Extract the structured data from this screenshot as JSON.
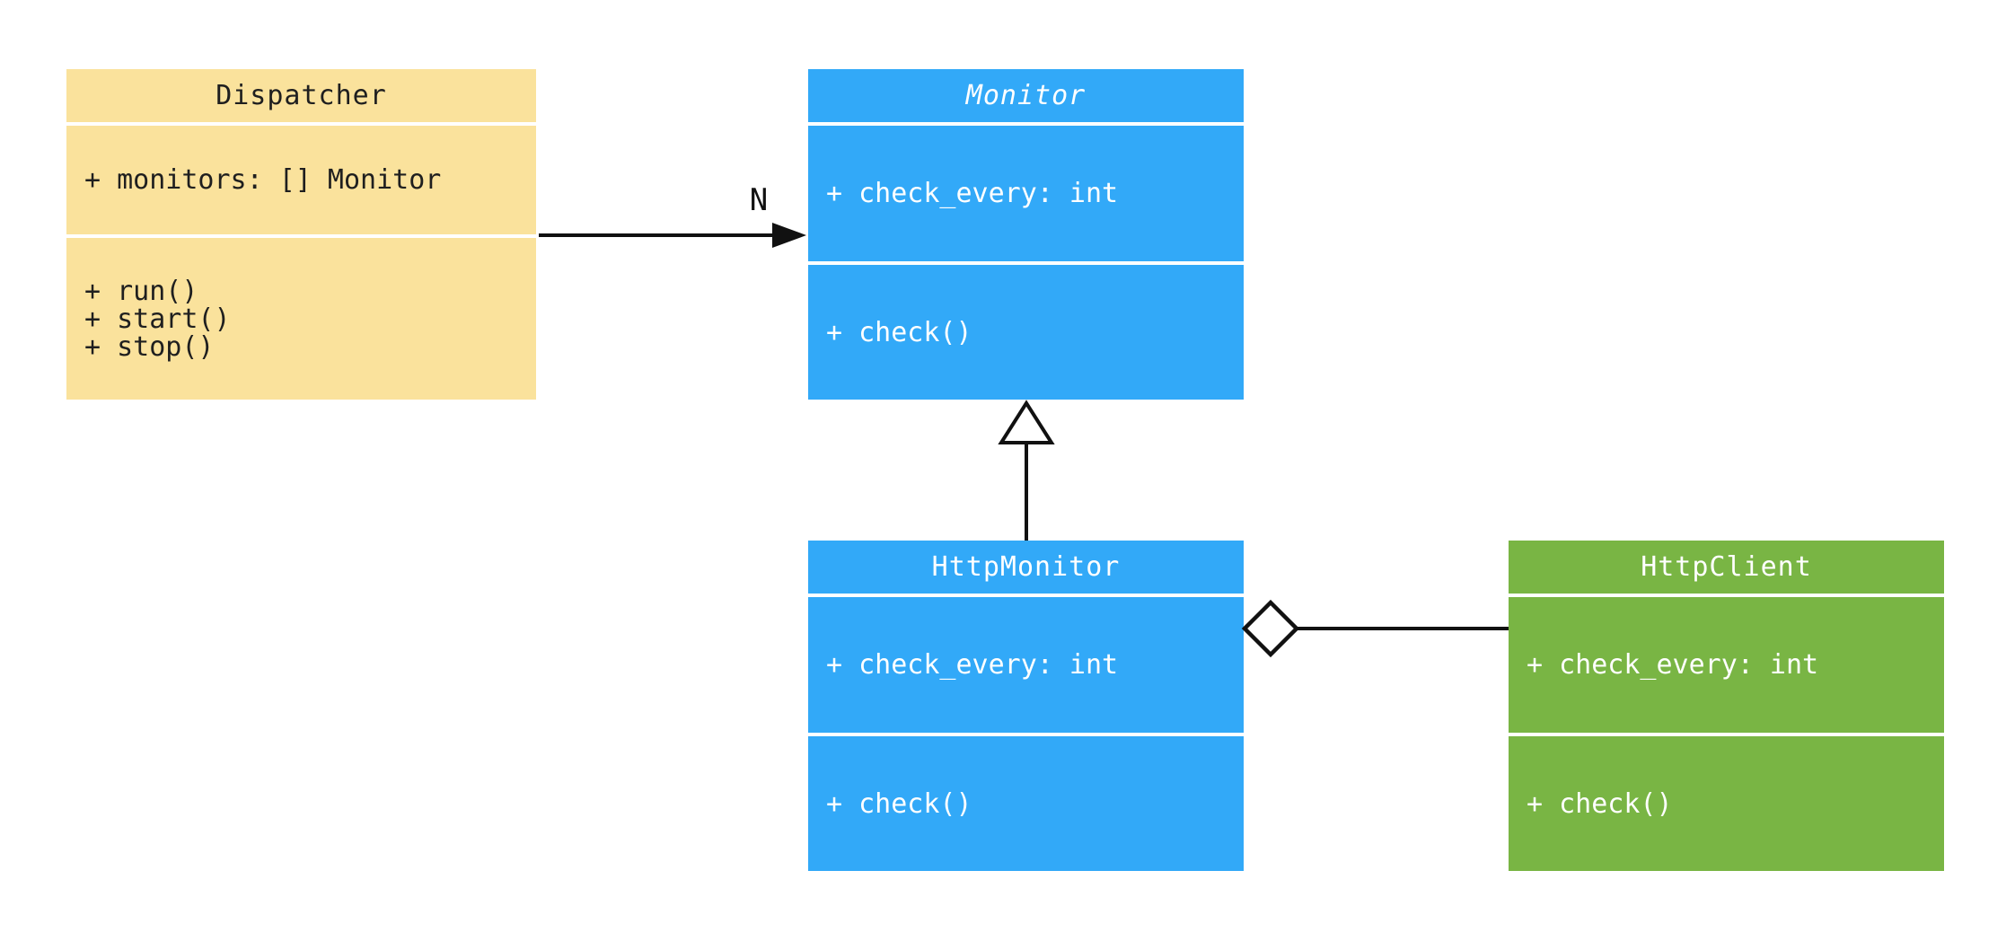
{
  "diagram_type": "uml-class-diagram",
  "colors": {
    "canvas_background": "#ffffff",
    "dispatcher_fill": "#fae29c",
    "monitor_fill": "#32a9f8",
    "httpmonitor_fill": "#32a9f8",
    "httpclient_fill": "#79b544",
    "dark_text": "#1f1f1f",
    "light_text": "#ffffff",
    "connector_stroke": "#111111"
  },
  "classes": [
    {
      "name": "Dispatcher",
      "abstract": false,
      "attributes": [
        "+ monitors: [] Monitor"
      ],
      "methods": [
        "+ run()",
        "+ start()",
        "+ stop()"
      ]
    },
    {
      "name": "Monitor",
      "abstract": true,
      "attributes": [
        "+ check_every: int"
      ],
      "methods": [
        "+ check()"
      ]
    },
    {
      "name": "HttpMonitor",
      "abstract": false,
      "attributes": [
        "+ check_every: int"
      ],
      "methods": [
        "+ check()"
      ]
    },
    {
      "name": "HttpClient",
      "abstract": false,
      "attributes": [
        "+ check_every: int"
      ],
      "methods": [
        "+ check()"
      ]
    }
  ],
  "relationships": [
    {
      "type": "directed-association",
      "from": "Dispatcher",
      "to": "Monitor",
      "label": "N"
    },
    {
      "type": "generalization",
      "from": "HttpMonitor",
      "to": "Monitor",
      "label": ""
    },
    {
      "type": "aggregation",
      "from": "HttpMonitor",
      "to": "HttpClient",
      "label": ""
    }
  ]
}
